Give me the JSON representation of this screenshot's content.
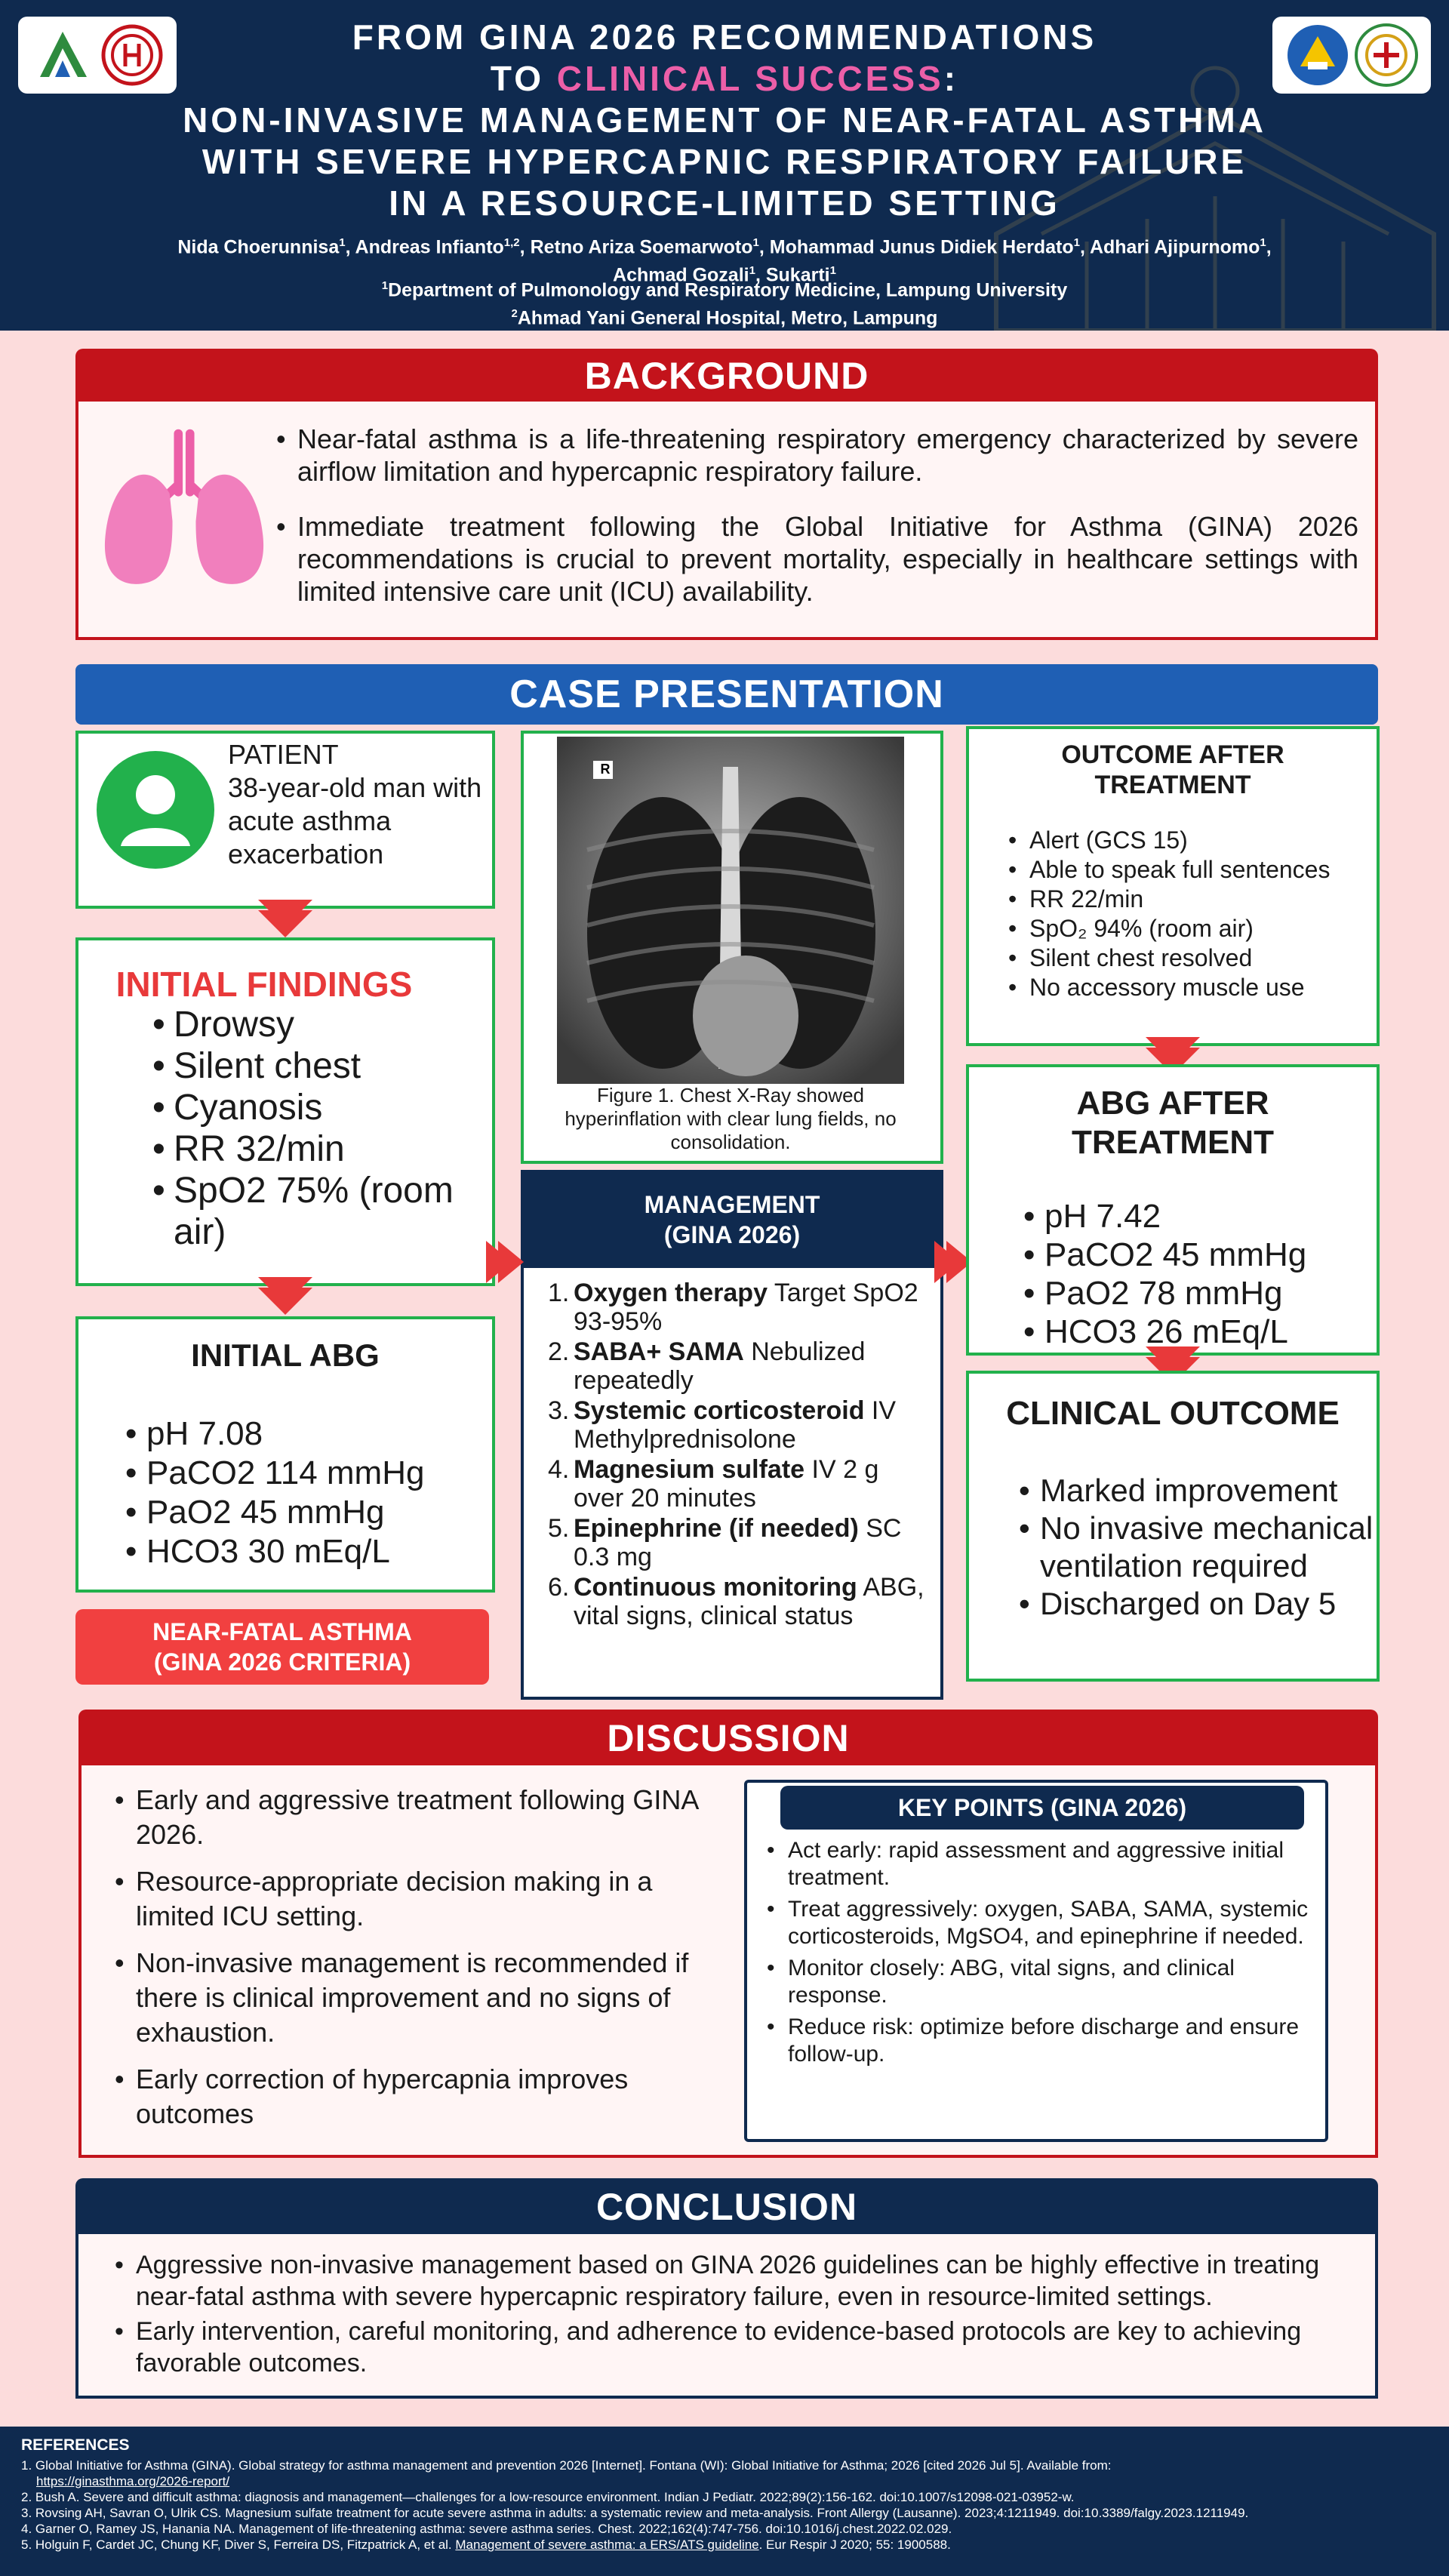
{
  "header": {
    "title_line1": "FROM GINA 2026 RECOMMENDATIONS",
    "title_line2_prefix": "TO ",
    "title_line2_accent": "CLINICAL SUCCESS",
    "title_line2_suffix": ":",
    "title_line3": "NON-INVASIVE MANAGEMENT OF NEAR-FATAL ASTHMA",
    "title_line4": "WITH SEVERE HYPERCAPNIC RESPIRATORY FAILURE",
    "title_line5": "IN A RESOURCE-LIMITED SETTING",
    "authors": [
      {
        "name": "Nida Choerunnisa",
        "sup": "1",
        "sep": ", "
      },
      {
        "name": "Andreas Infianto",
        "sup": "1,2",
        "sep": ", "
      },
      {
        "name": "Retno Ariza Soemarwoto",
        "sup": "1",
        "sep": ", "
      },
      {
        "name": "Mohammad Junus Didiek Herdato",
        "sup": "1",
        "sep": ", "
      },
      {
        "name": "Adhari Ajipurnomo",
        "sup": "1",
        "sep": ","
      },
      {
        "name": "Achmad Gozali",
        "sup": "1",
        "sep": ", "
      },
      {
        "name": "Sukarti",
        "sup": "1",
        "sep": ""
      }
    ],
    "affiliation1_sup": "1",
    "affiliation1": "Department of Pulmonology and Respiratory Medicine, Lampung University",
    "affiliation2_sup": "2",
    "affiliation2": "Ahmad Yani General Hospital, Metro, Lampung"
  },
  "background": {
    "heading": "BACKGROUND",
    "icon": "lungs-icon",
    "bullets": [
      "Near-fatal asthma is a life-threatening respiratory emergency characterized by severe airflow limitation and hypercapnic respiratory failure.",
      "Immediate treatment following the Global Initiative for Asthma (GINA) 2026 recommendations is crucial to prevent mortality, especially in healthcare settings with limited intensive care unit (ICU) availability."
    ]
  },
  "case": {
    "heading": "CASE PRESENTATION",
    "patient": {
      "icon": "patient-avatar-icon",
      "label": "PATIENT",
      "text": "38-year-old man with acute asthma exacerbation"
    },
    "initial_findings": {
      "heading": "INITIAL FINDINGS",
      "items": [
        "Drowsy",
        "Silent chest",
        "Cyanosis",
        "RR 32/min",
        "SpO2 75% (room air)"
      ]
    },
    "initial_abg": {
      "heading": "INITIAL ABG",
      "items": [
        "pH 7.08",
        "PaCO2 114 mmHg",
        "PaO2 45 mmHg",
        "HCO3 30 mEq/L"
      ]
    },
    "near_fatal_badge": {
      "line1": "NEAR-FATAL ASTHMA",
      "line2": "(GINA 2026 CRITERIA)"
    },
    "xray": {
      "marker": "R",
      "caption": "Figure 1. Chest X-Ray showed hyperinflation with clear lung fields, no consolidation."
    },
    "management": {
      "heading_line1": "MANAGEMENT",
      "heading_line2": "(GINA 2026)",
      "items": [
        {
          "num": "1.",
          "bold": "Oxygen therapy",
          "rest": " Target SpO2 93-95%"
        },
        {
          "num": "2.",
          "bold": "SABA+ SAMA",
          "rest": " Nebulized repeatedly"
        },
        {
          "num": "3.",
          "bold": "Systemic corticosteroid",
          "rest": " IV Methylprednisolone"
        },
        {
          "num": "4.",
          "bold": "Magnesium sulfate",
          "rest": " IV 2 g over 20 minutes"
        },
        {
          "num": "5.",
          "bold": "Epinephrine (if needed)",
          "rest": " SC 0.3 mg"
        },
        {
          "num": "6.",
          "bold": "Continuous monitoring",
          "rest": " ABG, vital signs, clinical status"
        }
      ]
    },
    "outcome_after": {
      "heading_line1": "OUTCOME AFTER",
      "heading_line2": "TREATMENT",
      "items": [
        "Alert (GCS 15)",
        "Able to speak full sentences",
        "RR 22/min",
        "SpO₂ 94% (room air)",
        "Silent chest resolved",
        "No accessory muscle use"
      ]
    },
    "abg_after": {
      "heading_line1": "ABG AFTER",
      "heading_line2": "TREATMENT",
      "items": [
        "pH 7.42",
        "PaCO2 45 mmHg",
        "PaO2 78 mmHg",
        "HCO3 26 mEq/L"
      ]
    },
    "clinical_outcome": {
      "heading": "CLINICAL OUTCOME",
      "items": [
        "Marked improvement",
        "No invasive mechanical ventilation required",
        "Discharged on Day 5"
      ]
    }
  },
  "discussion": {
    "heading": "DISCUSSION",
    "bullets": [
      "Early and aggressive treatment following GINA 2026.",
      "Resource-appropriate decision making in a limited ICU setting.",
      "Non-invasive management is recommended if there is clinical improvement and no signs of exhaustion.",
      "Early correction of hypercapnia improves outcomes"
    ],
    "key_points": {
      "heading": "KEY POINTS (GINA 2026)",
      "items": [
        "Act early: rapid assessment and aggressive initial treatment.",
        "Treat aggressively: oxygen, SABA, SAMA, systemic corticosteroids, MgSO4, and epinephrine if needed.",
        "Monitor closely: ABG, vital signs, and clinical response.",
        "Reduce risk: optimize before discharge and ensure follow-up."
      ]
    }
  },
  "conclusion": {
    "heading": "CONCLUSION",
    "bullets": [
      "Aggressive non-invasive management based on GINA 2026 guidelines can be highly effective in treating near-fatal asthma with severe hypercapnic respiratory failure, even in resource-limited settings.",
      "Early intervention, careful monitoring, and adherence to evidence-based protocols are key to achieving favorable outcomes."
    ]
  },
  "references": {
    "heading": "REFERENCES",
    "items": [
      {
        "text": "1. Global Initiative for Asthma (GINA). Global strategy for asthma management and prevention 2026 [Internet]. Fontana (WI): Global Initiative for Asthma; 2026 [cited 2026 Jul 5]. Available from:",
        "link": "https://ginasthma.org/2026-report/",
        "after": ""
      },
      {
        "text": "2. Bush A. Severe and difficult asthma: diagnosis and management—challenges for a low-resource environment. Indian J Pediatr. 2022;89(2):156-162. doi:10.1007/s12098-021-03952-w.",
        "link": "",
        "after": ""
      },
      {
        "text": "3. Rovsing AH, Savran O, Ulrik CS. Magnesium sulfate treatment for acute severe asthma in adults: a systematic review and meta-analysis. Front Allergy (Lausanne). 2023;4:1211949. doi:10.3389/falgy.2023.1211949.",
        "link": "",
        "after": ""
      },
      {
        "text": "4. Garner O, Ramey JS, Hanania NA. Management of life-threatening asthma: severe asthma series. Chest. 2022;162(4):747-756. doi:10.1016/j.chest.2022.02.029.",
        "link": "",
        "after": ""
      },
      {
        "text": "5. Holguin F, Cardet JC, Chung KF, Diver S, Ferreira DS, Fitzpatrick A, et al. ",
        "link": "Management of severe asthma: a ERS/ATS guideline",
        "after": ". Eur Respir J 2020; 55: 1900588."
      }
    ]
  },
  "colors": {
    "navy": "#0f2a4f",
    "red": "#c3131b",
    "blue": "#1f5fb4",
    "green": "#22b14c",
    "pink": "#ec5fa8",
    "background": "#fcdcdc"
  }
}
